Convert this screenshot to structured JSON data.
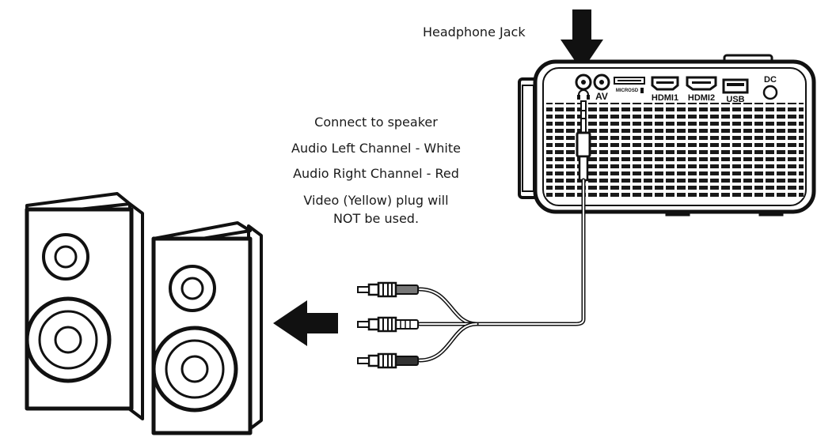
{
  "callout": {
    "headphone_jack": "Headphone Jack"
  },
  "notes": {
    "line1": "Connect to speaker",
    "line2": "Audio Left Channel - White",
    "line3": "Audio Right Channel - Red",
    "line4a": "Video (Yellow) plug will",
    "line4b": "NOT be used."
  },
  "ports": {
    "av": "AV",
    "microsd": "MICROSD",
    "hdmi1": "HDMI1",
    "hdmi2": "HDMI2",
    "usb": "USB",
    "dc": "DC"
  },
  "icons": [
    "down-arrow-icon",
    "left-arrow-icon",
    "headphone-icon"
  ]
}
